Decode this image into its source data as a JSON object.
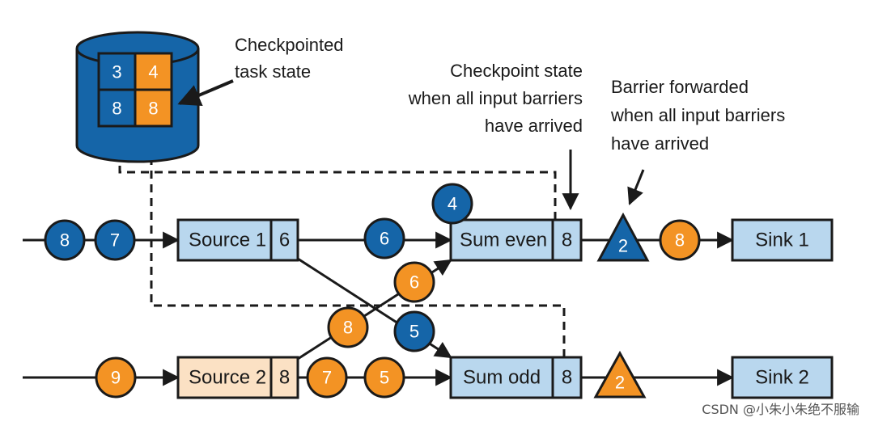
{
  "colors": {
    "blue": "#1565a8",
    "orange": "#f39324",
    "light_blue_box": "#b9d7ee",
    "light_orange_box": "#fbe1c4",
    "line": "#1a1a1a"
  },
  "state_store": {
    "cells": [
      "3",
      "4",
      "8",
      "8"
    ],
    "label_lines": [
      "Checkpointed",
      "task state"
    ]
  },
  "callouts": {
    "checkpoint_state": [
      "Checkpoint state",
      "when all input barriers",
      "have arrived"
    ],
    "barrier_forwarded": [
      "Barrier forwarded",
      "when all input barriers",
      "have arrived"
    ]
  },
  "tasks": {
    "source1": {
      "name": "Source 1",
      "state": "6"
    },
    "source2": {
      "name": "Source 2",
      "state": "8"
    },
    "sum_even": {
      "name": "Sum even",
      "state": "8"
    },
    "sum_odd": {
      "name": "Sum odd",
      "state": "8"
    },
    "sink1": {
      "name": "Sink 1"
    },
    "sink2": {
      "name": "Sink 2"
    }
  },
  "records": {
    "in1_a": "8",
    "in1_b": "7",
    "s1_out": "6",
    "even_pending": "4",
    "cross_6": "6",
    "cross_8": "8",
    "cross_5": "5",
    "in2": "9",
    "s2_out_7": "7",
    "s2_out_5": "5",
    "after_barrier1": "8"
  },
  "barriers": {
    "top": "2",
    "bottom": "2"
  },
  "watermark": "CSDN @小朱小朱绝不服输"
}
